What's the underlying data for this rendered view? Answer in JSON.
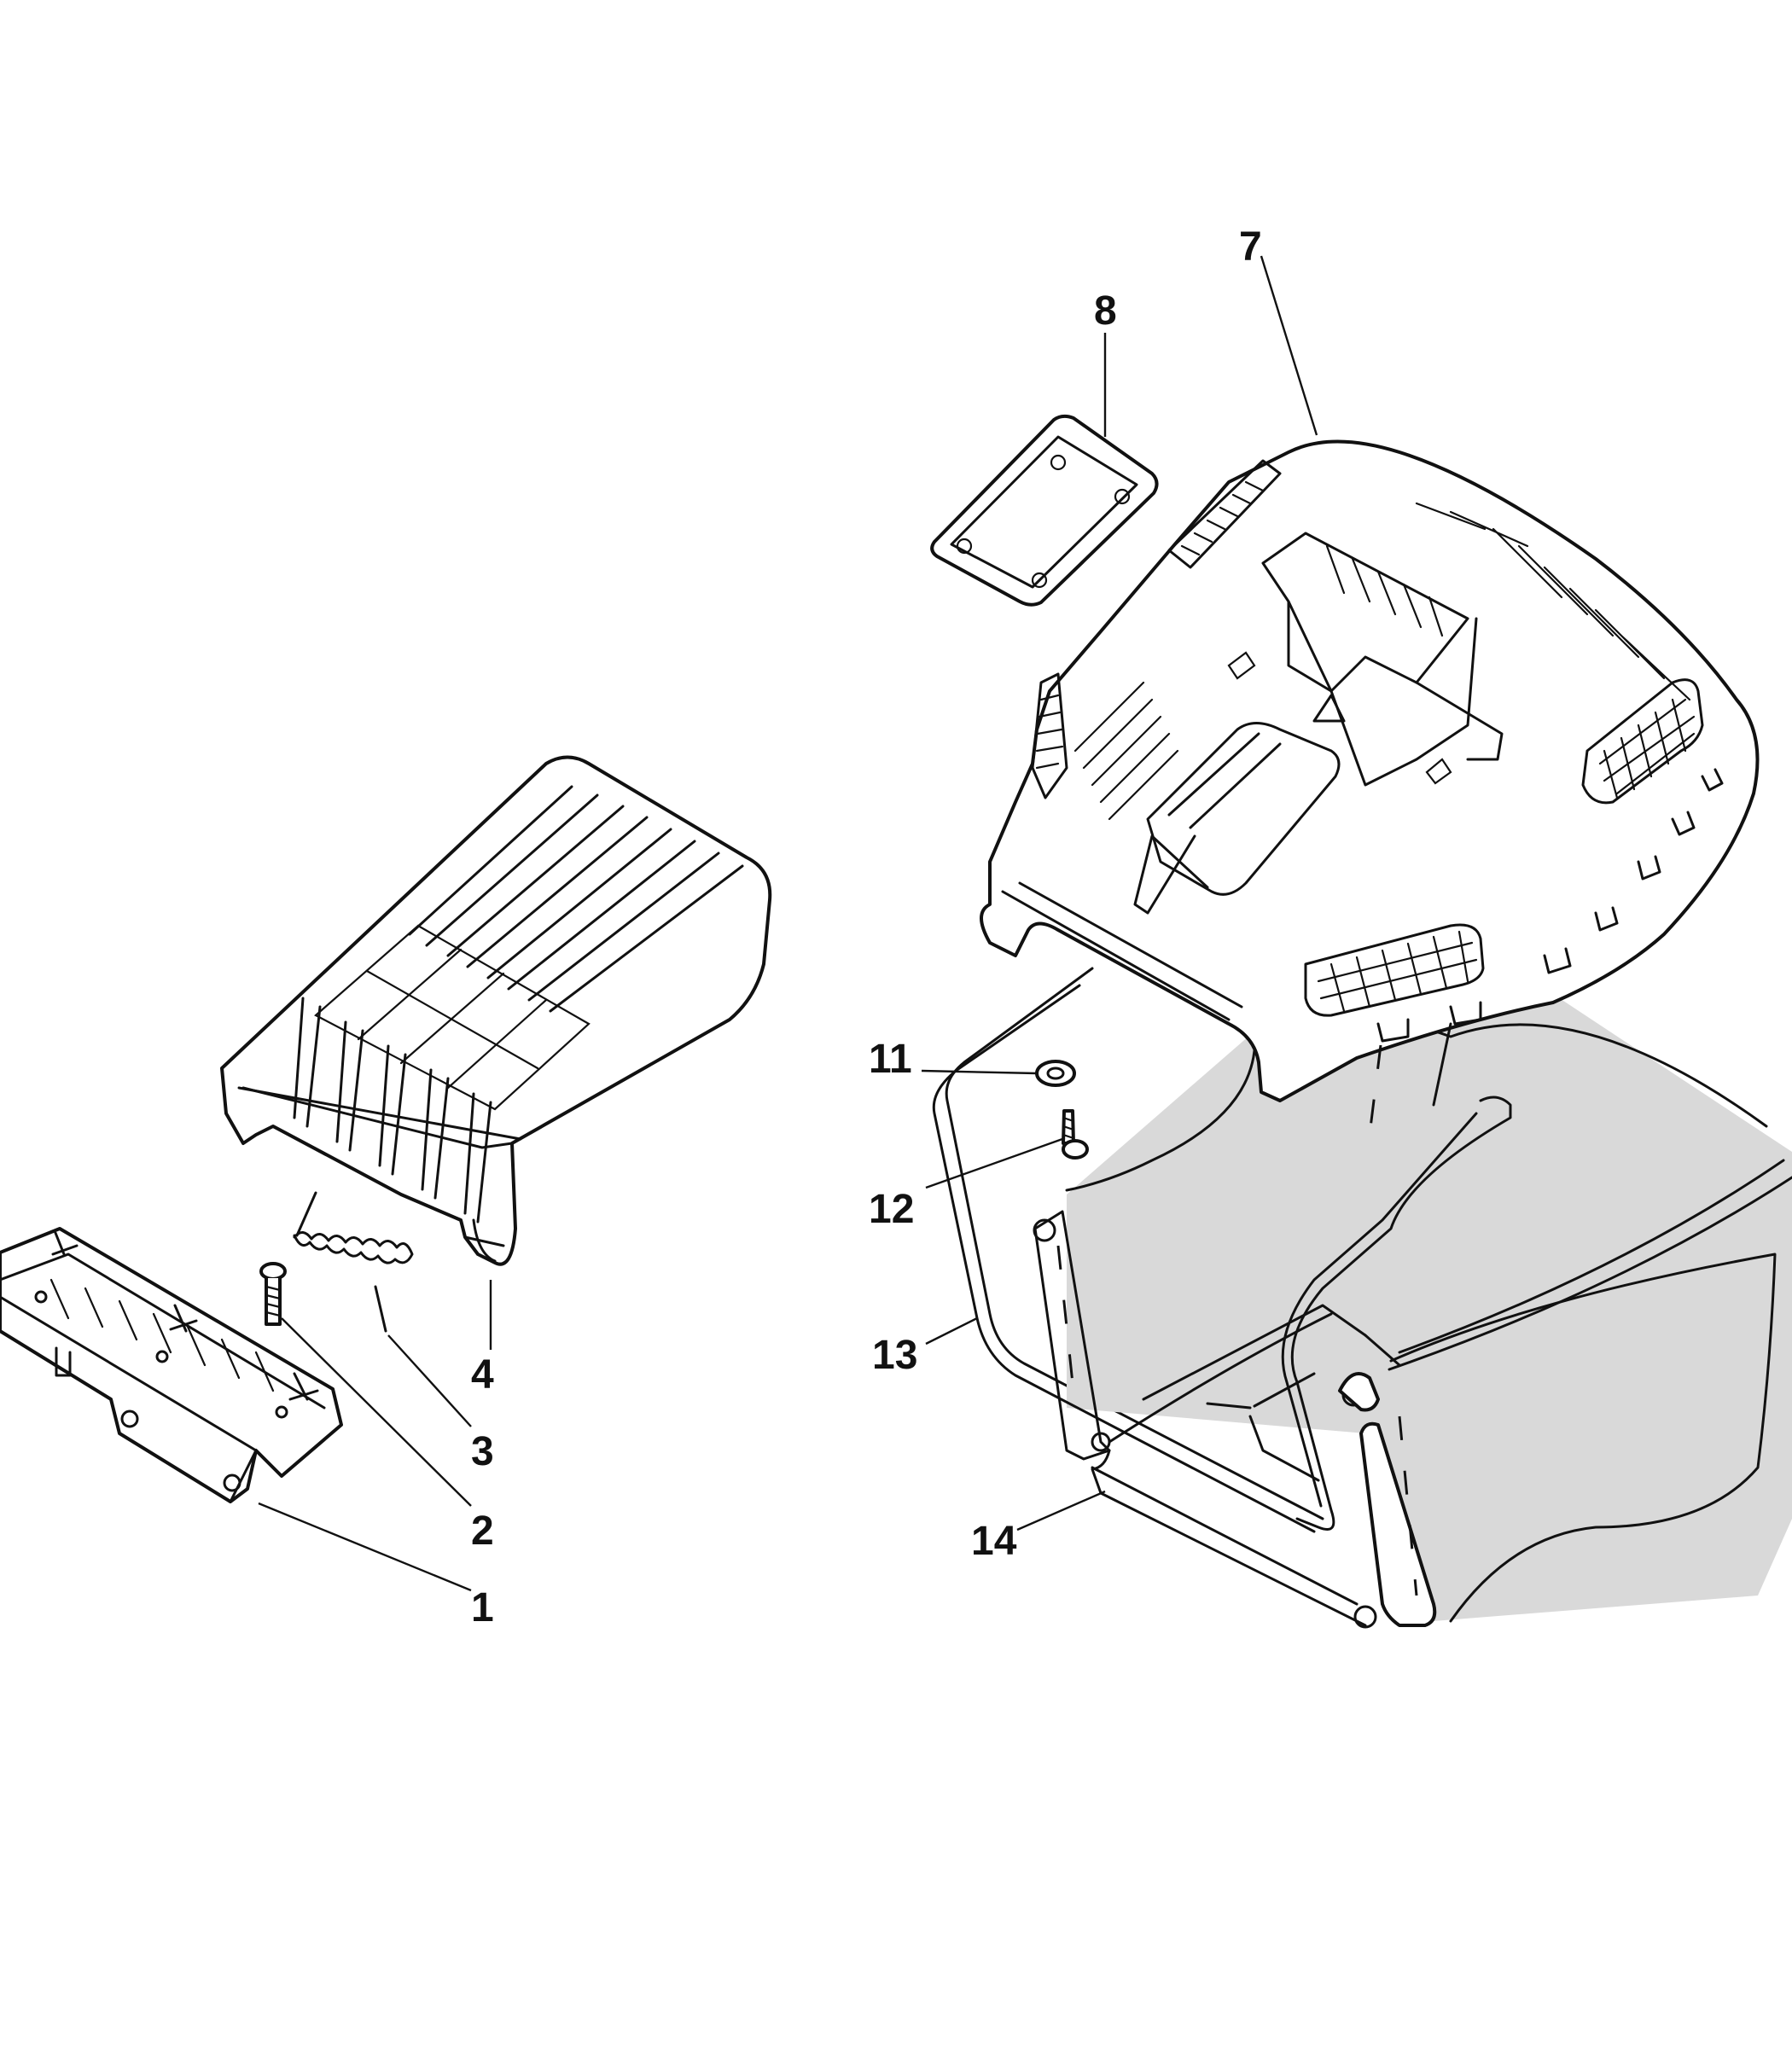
{
  "parts": [
    {
      "id": "1",
      "label": "1"
    },
    {
      "id": "2",
      "label": "2"
    },
    {
      "id": "3",
      "label": "3"
    },
    {
      "id": "4",
      "label": "4"
    },
    {
      "id": "7",
      "label": "7"
    },
    {
      "id": "8",
      "label": "8"
    },
    {
      "id": "11",
      "label": "11"
    },
    {
      "id": "12",
      "label": "12"
    },
    {
      "id": "13",
      "label": "13"
    },
    {
      "id": "14",
      "label": "14"
    }
  ],
  "colors": {
    "line": "#111111",
    "fill": "#ffffff",
    "bag_shade": "#d9d9d9"
  }
}
